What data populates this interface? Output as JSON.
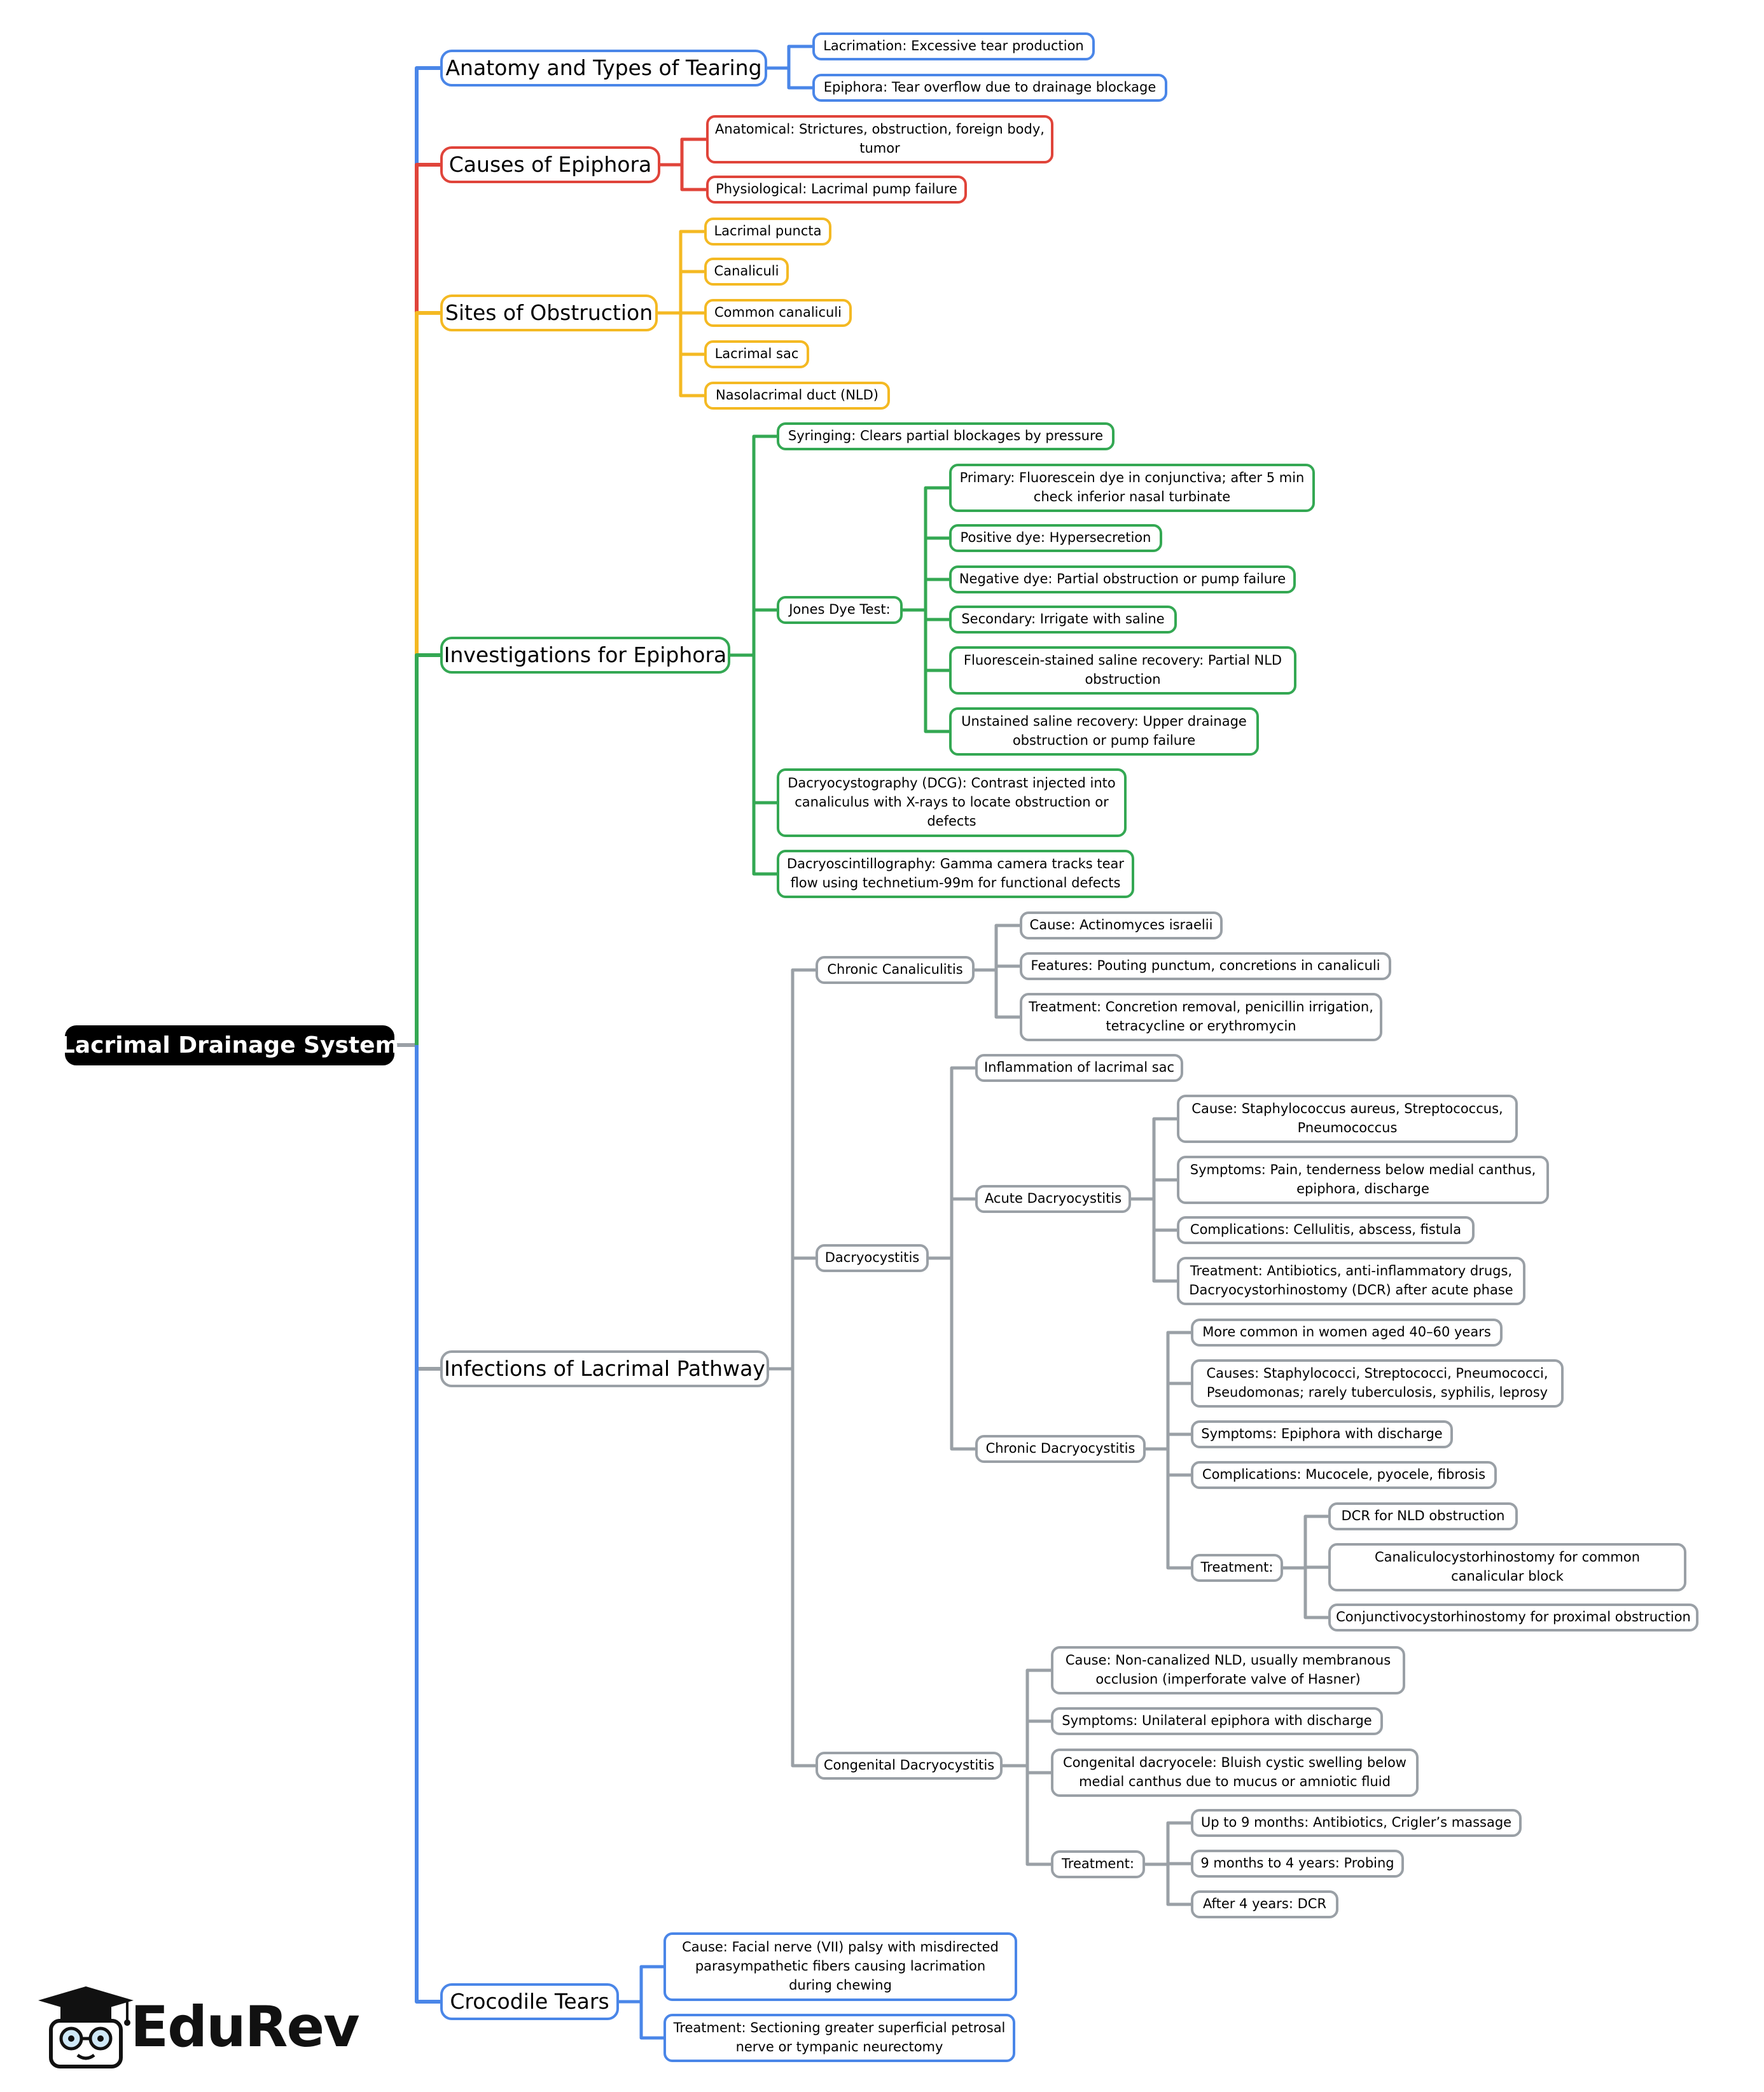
{
  "root": "Lacrimal Drainage System",
  "colors": {
    "anatomy": "#4a86e8",
    "causes": "#e0443a",
    "sites": "#f4b923",
    "investigations": "#34a853",
    "infections": "#9aa0a6",
    "crocodile": "#4a86e8",
    "root": "#000000"
  },
  "branches": {
    "anatomy": {
      "label": "Anatomy and Types of Tearing",
      "items": [
        "Lacrimation: Excessive tear production",
        "Epiphora: Tear overflow due to drainage blockage"
      ]
    },
    "causes": {
      "label": "Causes of Epiphora",
      "items": [
        "Anatomical: Strictures, obstruction, foreign body, tumor",
        "Physiological: Lacrimal pump failure"
      ]
    },
    "sites": {
      "label": "Sites of Obstruction",
      "items": [
        "Lacrimal puncta",
        "Canaliculi",
        "Common canaliculi",
        "Lacrimal sac",
        "Nasolacrimal duct (NLD)"
      ]
    },
    "investigations": {
      "label": "Investigations for Epiphora",
      "syringing": "Syringing: Clears partial blockages by pressure",
      "jones": {
        "label": "Jones Dye Test:",
        "items": [
          "Primary: Fluorescein dye in conjunctiva; after 5 min check inferior nasal turbinate",
          "Positive dye: Hypersecretion",
          "Negative dye: Partial obstruction or pump failure",
          "Secondary: Irrigate with saline",
          "Fluorescein-stained saline recovery: Partial NLD obstruction",
          "Unstained saline recovery: Upper drainage obstruction or pump failure"
        ]
      },
      "dcg": "Dacryocystography (DCG): Contrast injected into canaliculus with X-rays to locate obstruction or defects",
      "scinti": "Dacryoscintillography: Gamma camera tracks tear flow using technetium-99m for functional defects"
    },
    "infections": {
      "label": "Infections of Lacrimal Pathway",
      "chronic_canaliculitis": {
        "label": "Chronic Canaliculitis",
        "items": [
          "Cause: Actinomyces israelii",
          "Features: Pouting punctum, concretions in canaliculi",
          "Treatment: Concretion removal, penicillin irrigation, tetracycline or erythromycin"
        ]
      },
      "dacryocystitis": {
        "label": "Dacryocystitis",
        "inflammation": "Inflammation of lacrimal sac",
        "acute": {
          "label": "Acute Dacryocystitis",
          "items": [
            "Cause: Staphylococcus aureus, Streptococcus, Pneumococcus",
            "Symptoms: Pain, tenderness below medial canthus, epiphora, discharge",
            "Complications: Cellulitis, abscess, fistula",
            "Treatment: Antibiotics, anti-inflammatory drugs, Dacryocystorhinostomy (DCR) after acute phase"
          ]
        },
        "chronic": {
          "label": "Chronic Dacryocystitis",
          "items": [
            "More common in women aged 40–60 years",
            "Causes: Staphylococci, Streptococci, Pneumococci, Pseudomonas; rarely tuberculosis, syphilis, leprosy",
            "Symptoms: Epiphora with discharge",
            "Complications: Mucocele, pyocele, fibrosis"
          ],
          "treatment": {
            "label": "Treatment:",
            "items": [
              "DCR for NLD obstruction",
              "Canaliculocystorhinostomy for common canalicular block",
              "Conjunctivocystorhinostomy for proximal obstruction"
            ]
          }
        }
      },
      "congenital": {
        "label": "Congenital Dacryocystitis",
        "items": [
          "Cause: Non-canalized NLD, usually membranous occlusion (imperforate valve of Hasner)",
          "Symptoms: Unilateral epiphora with discharge",
          "Congenital dacryocele: Bluish cystic swelling below medial canthus due to mucus or amniotic fluid"
        ],
        "treatment": {
          "label": "Treatment:",
          "items": [
            "Up to 9 months: Antibiotics, Crigler’s massage",
            "9 months to 4 years: Probing",
            "After 4 years: DCR"
          ]
        }
      }
    },
    "crocodile": {
      "label": "Crocodile Tears",
      "items": [
        "Cause: Facial nerve (VII) palsy with misdirected parasympathetic fibers causing lacrimation during chewing",
        "Treatment: Sectioning greater superficial petrosal nerve or tympanic neurectomy"
      ]
    }
  },
  "logo": {
    "name": "EduRev",
    "icon": "graduation-cap-owl-icon"
  }
}
